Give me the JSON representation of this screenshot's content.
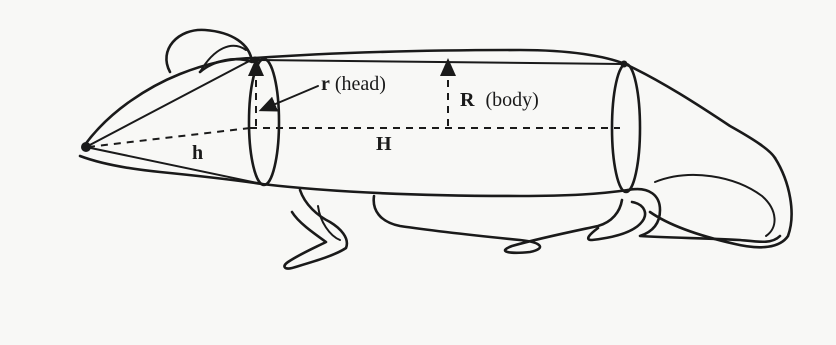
{
  "diagram": {
    "labels": {
      "r_symbol": "r",
      "r_text": "(head)",
      "R_symbol": "R",
      "R_text": "(body)",
      "H": "H",
      "h": "h"
    },
    "ink_color": "#1a1a1a",
    "paper_color": "#f8f8f6"
  }
}
